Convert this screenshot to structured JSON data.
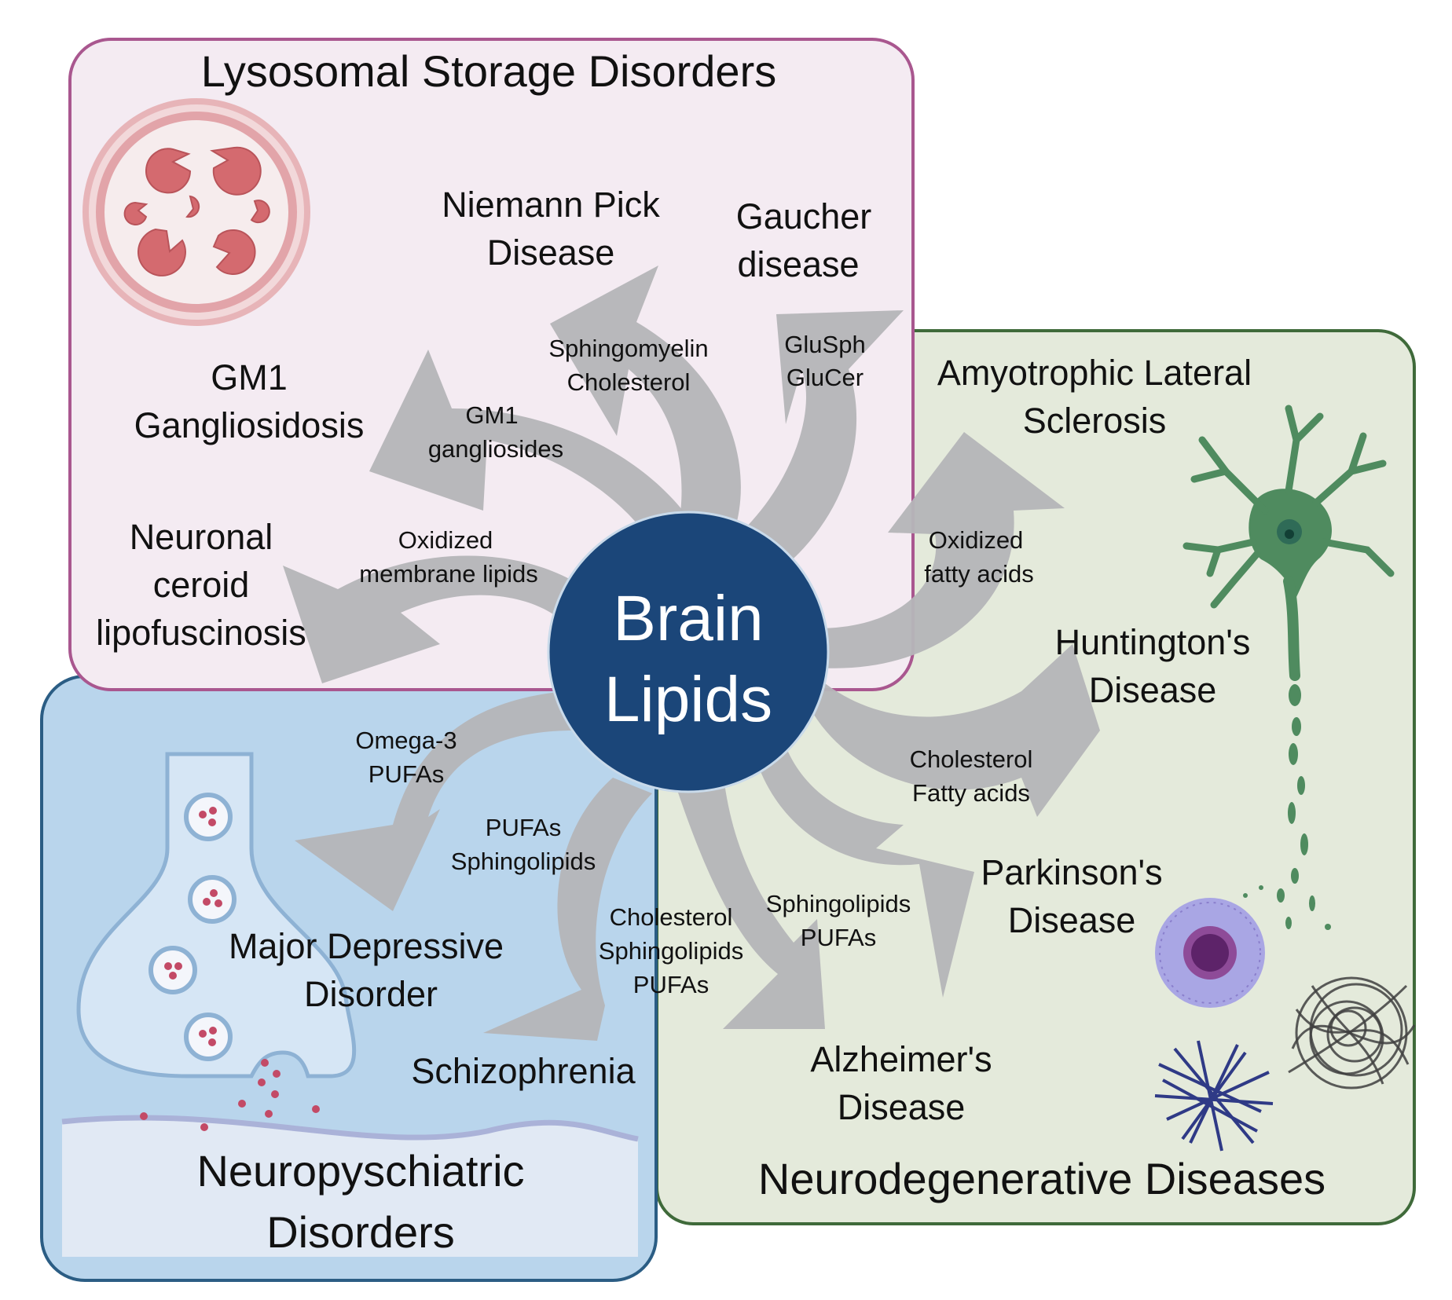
{
  "center": {
    "lines": [
      "Brain",
      "Lipids"
    ],
    "color": "#1b4679"
  },
  "colors": {
    "lysosomal_bg": "#f4ebf2",
    "lysosomal_border": "#a9578f",
    "neuropsych_bg": "#b9d5ec",
    "neuropsych_border": "#2b5d84",
    "neurodeg_bg": "#e4eadb",
    "neurodeg_border": "#3f6a3a",
    "arrow": "#b5b5b8",
    "neuron": "#4f8b5f"
  },
  "groups": {
    "lysosomal": {
      "title": "Lysosomal Storage Disorders"
    },
    "neurodegenerative": {
      "title": "Neurodegenerative Diseases"
    },
    "neuropsychiatric": {
      "title_lines": [
        "Neuropyschiatric",
        "Disorders"
      ]
    }
  },
  "links": [
    {
      "id": "niemann",
      "group": "lysosomal",
      "disease": [
        "Niemann Pick",
        "Disease"
      ],
      "lipids": [
        "Sphingomyelin",
        "Cholesterol"
      ]
    },
    {
      "id": "gaucher",
      "group": "lysosomal",
      "disease": [
        "Gaucher",
        "disease"
      ],
      "lipids": [
        "GluSph",
        "GluCer"
      ]
    },
    {
      "id": "gm1",
      "group": "lysosomal",
      "disease": [
        "GM1",
        "Gangliosidosis"
      ],
      "lipids": [
        "GM1",
        "gangliosides"
      ]
    },
    {
      "id": "ncl",
      "group": "lysosomal",
      "disease": [
        "Neuronal",
        "ceroid",
        "lipofuscinosis"
      ],
      "lipids": [
        "Oxidized",
        "membrane lipids"
      ]
    },
    {
      "id": "als",
      "group": "neurodegenerative",
      "disease": [
        "Amyotrophic Lateral",
        "Sclerosis"
      ],
      "lipids": [
        "Oxidized",
        "fatty acids"
      ]
    },
    {
      "id": "huntington",
      "group": "neurodegenerative",
      "disease": [
        "Huntington's",
        "Disease"
      ],
      "lipids": [
        "Cholesterol",
        "Fatty acids"
      ]
    },
    {
      "id": "parkinson",
      "group": "neurodegenerative",
      "disease": [
        "Parkinson's",
        "Disease"
      ],
      "lipids": [
        "Sphingolipids",
        "PUFAs"
      ]
    },
    {
      "id": "alzheimer",
      "group": "neurodegenerative",
      "disease": [
        "Alzheimer's",
        "Disease"
      ],
      "lipids": [
        "Cholesterol",
        "Sphingolipids",
        "PUFAs"
      ]
    },
    {
      "id": "schizophrenia",
      "group": "neuropsychiatric",
      "disease": [
        "Schizophrenia"
      ],
      "lipids": [
        "PUFAs",
        "Sphingolipids"
      ]
    },
    {
      "id": "mdd",
      "group": "neuropsychiatric",
      "disease": [
        "Major Depressive",
        "Disorder"
      ],
      "lipids": [
        "Omega-3",
        "PUFAs"
      ]
    }
  ],
  "icons": {
    "lysosome": "lysosome-icon",
    "neuron": "neuron-icon",
    "synapse": "synapse-icon",
    "lewy_body": "lewy-body-icon",
    "tau_tangles": "tau-tangle-icon",
    "amyloid_fibrils": "amyloid-fibril-icon"
  }
}
